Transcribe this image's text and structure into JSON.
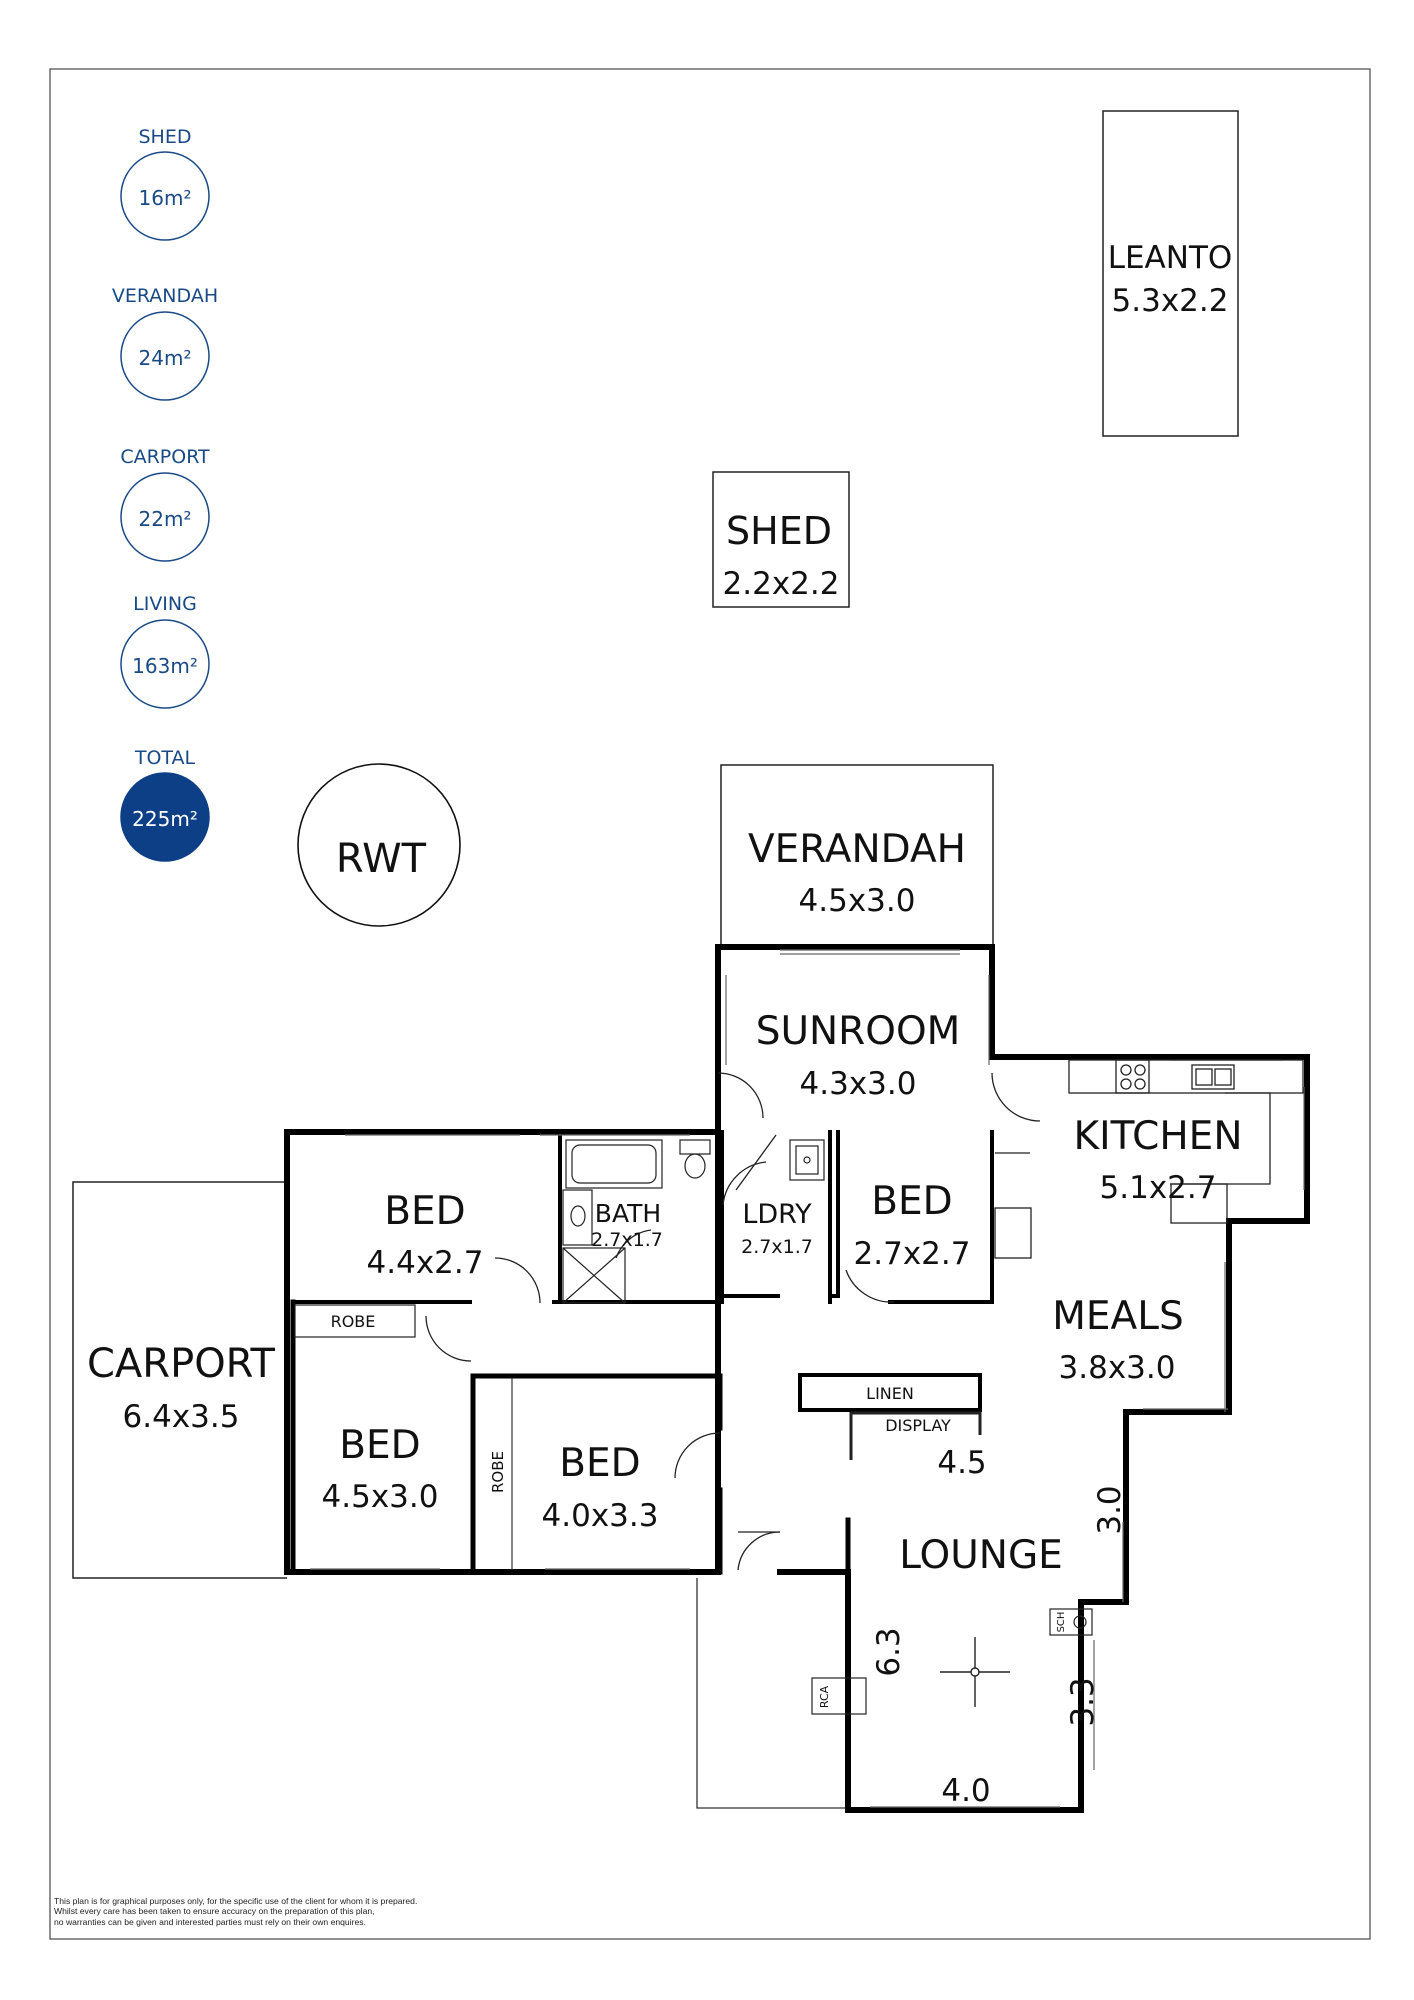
{
  "legend": [
    {
      "label": "SHED",
      "value": "16m²"
    },
    {
      "label": "VERANDAH",
      "value": "24m²"
    },
    {
      "label": "CARPORT",
      "value": "22m²"
    },
    {
      "label": "LIVING",
      "value": "163m²"
    },
    {
      "label": "TOTAL",
      "value": "225m²"
    }
  ],
  "colors": {
    "legend_outline": "#1a4a86",
    "legend_fill_total": "#0d3f86",
    "wall": "#000000"
  },
  "rooms": {
    "leanto": {
      "name": "LEANTO",
      "dims": "5.3x2.2"
    },
    "shed": {
      "name": "SHED",
      "dims": "2.2x2.2"
    },
    "rwt": {
      "name": "RWT"
    },
    "verandah": {
      "name": "VERANDAH",
      "dims": "4.5x3.0"
    },
    "sunroom": {
      "name": "SUNROOM",
      "dims": "4.3x3.0"
    },
    "kitchen": {
      "name": "KITCHEN",
      "dims": "5.1x2.7"
    },
    "bed1": {
      "name": "BED",
      "dims": "4.4x2.7"
    },
    "bath": {
      "name": "BATH",
      "dims": "2.7x1.7"
    },
    "ldry": {
      "name": "LDRY",
      "dims": "2.7x1.7"
    },
    "bed2": {
      "name": "BED",
      "dims": "2.7x2.7"
    },
    "meals": {
      "name": "MEALS",
      "dims": "3.8x3.0"
    },
    "carport": {
      "name": "CARPORT",
      "dims": "6.4x3.5"
    },
    "bed3": {
      "name": "BED",
      "dims": "4.5x3.0"
    },
    "bed4": {
      "name": "BED",
      "dims": "4.0x3.3"
    },
    "lounge": {
      "name": "LOUNGE"
    }
  },
  "fixtures": {
    "robe_top": "ROBE",
    "robe_side": "ROBE",
    "linen": "LINEN",
    "display": "DISPLAY",
    "sch": "SCH",
    "rca": "RCA"
  },
  "dimensions": {
    "lounge_width_top": "4.5",
    "meals_side": "3.0",
    "lounge_left": "6.3",
    "lounge_right": "3.3",
    "lounge_bottom": "4.0"
  },
  "disclaimer": [
    "This plan is for graphical purposes only, for the specific use of the client for whom it is prepared.",
    "Whilst every care has been taken to ensure accuracy on the preparation of this plan,",
    "no warranties can be given and interested parties must rely on their own enquires."
  ]
}
